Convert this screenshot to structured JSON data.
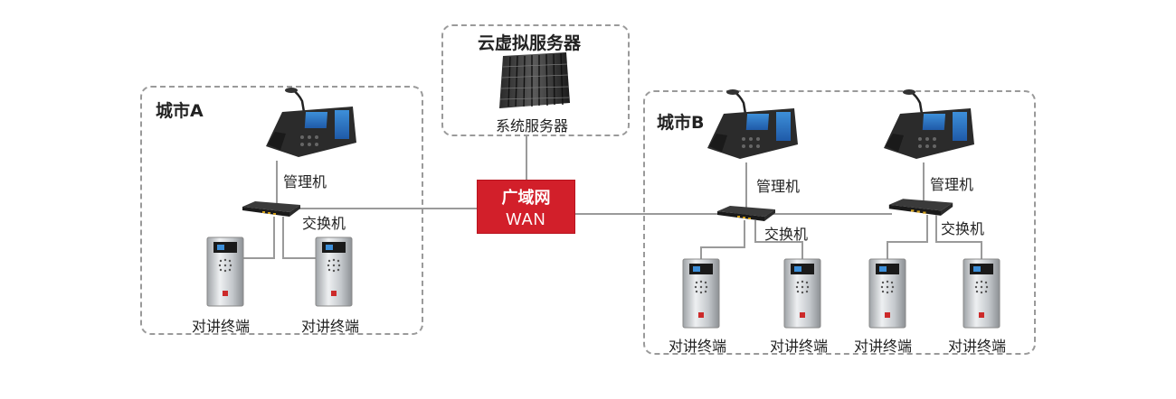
{
  "cloud": {
    "title": "云虚拟服务器",
    "server_label": "系统服务器",
    "icon": "server-rack-icon"
  },
  "wan": {
    "line1": "广域网",
    "line2": "WAN",
    "color": "#d21f2a"
  },
  "city_a": {
    "title": "城市A",
    "manager_label": "管理机",
    "switch_label": "交换机",
    "terminals": [
      "对讲终端",
      "对讲终端"
    ]
  },
  "city_b": {
    "title": "城市B",
    "groups": [
      {
        "manager_label": "管理机",
        "switch_label": "交换机",
        "terminals": [
          "对讲终端",
          "对讲终端"
        ]
      },
      {
        "manager_label": "管理机",
        "switch_label": "交换机",
        "terminals": [
          "对讲终端",
          "对讲终端"
        ]
      }
    ]
  },
  "colors": {
    "dashed_border": "#9a9a9a",
    "connector": "#9a9a9a"
  }
}
